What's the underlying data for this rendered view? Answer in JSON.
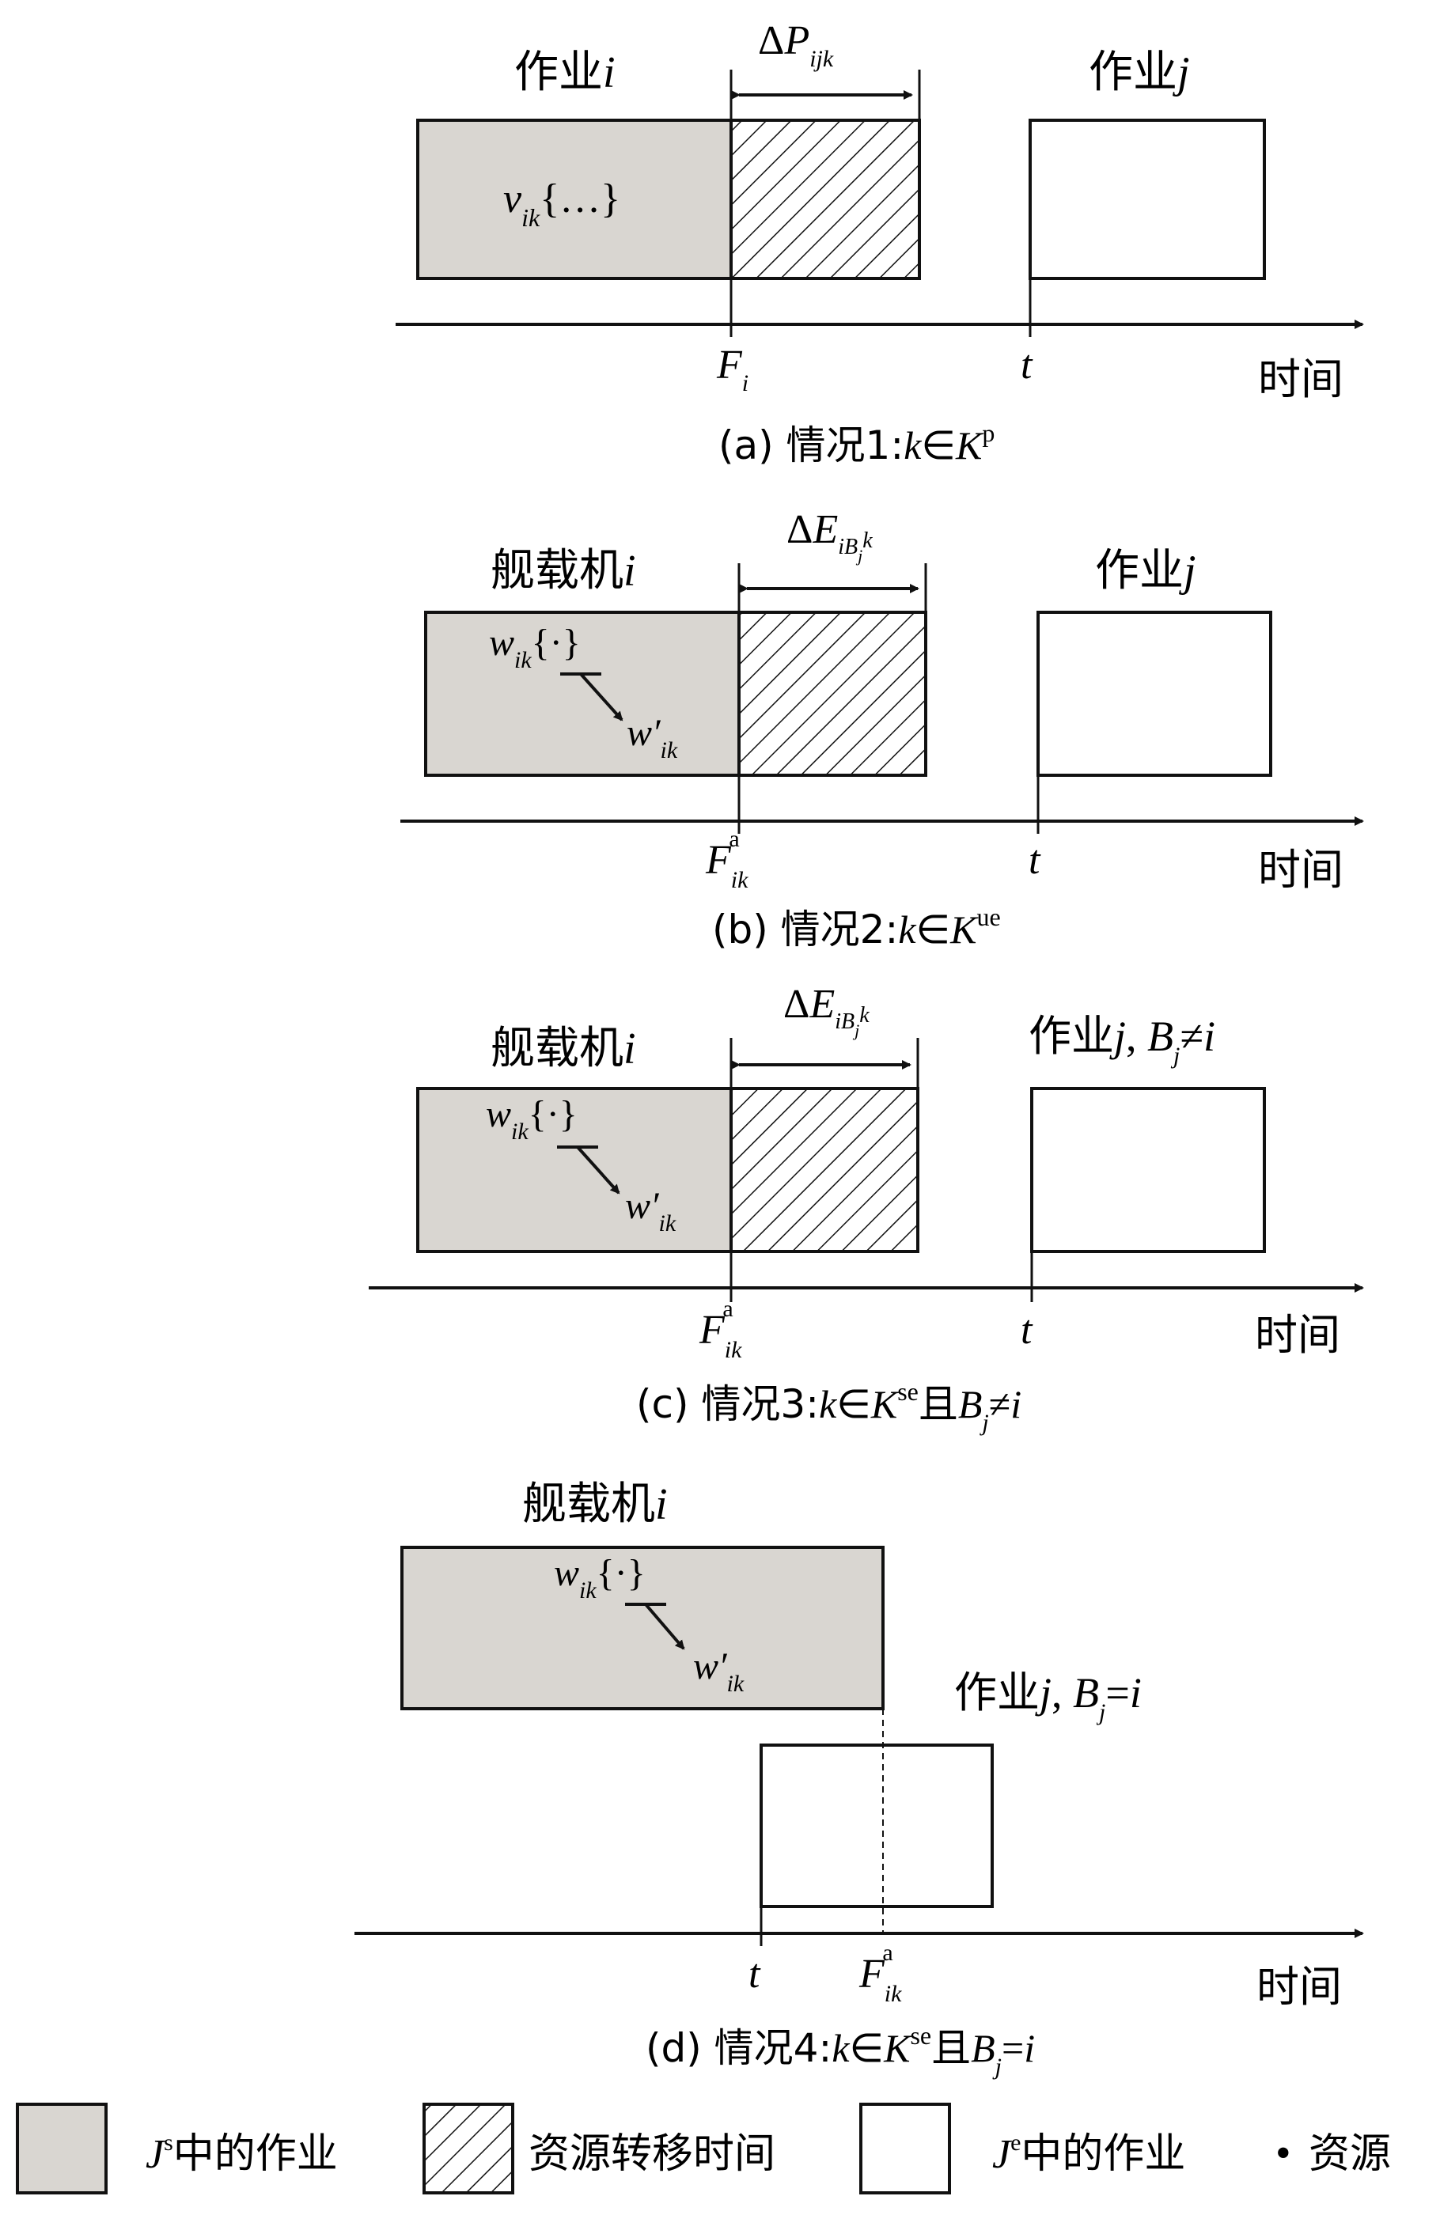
{
  "colors": {
    "gray_fill": "#d9d6d1",
    "stroke": "#111111",
    "background": "#ffffff"
  },
  "axis_label": "时间",
  "panels": {
    "a": {
      "left_label_cjk": "作业",
      "left_label_var": "i",
      "left_inner_var": "v",
      "left_inner_sub": "ik",
      "left_inner_brace": "{…}",
      "delta_symbol": "Δ",
      "delta_var": "P",
      "delta_sub": "ijk",
      "right_label_cjk": "作业",
      "right_label_var": "j",
      "right_label_extra": "",
      "tick1_var": "F",
      "tick1_sub": "i",
      "tick1_sup": "",
      "tick2_var": "t",
      "caption_prefix": "(a) 情况1:",
      "caption_k": "k",
      "caption_in": "∈",
      "caption_K": "K",
      "caption_sup": "p",
      "caption_tail": ""
    },
    "b": {
      "left_label_cjk": "舰载机",
      "left_label_var": "i",
      "w_var": "w",
      "w_sub": "ik",
      "w_brace": "{·}",
      "wp_var": "w′",
      "wp_sub": "ik",
      "delta_symbol": "Δ",
      "delta_var": "E",
      "delta_sub": "iB",
      "delta_subsub": "j",
      "delta_subk": "k",
      "right_label_cjk": "作业",
      "right_label_var": "j",
      "tick1_var": "F",
      "tick1_sub": "ik",
      "tick1_sup": "a",
      "tick2_var": "t",
      "caption_prefix": "(b) 情况2:",
      "caption_k": "k",
      "caption_in": "∈",
      "caption_K": "K",
      "caption_sup": "ue"
    },
    "c": {
      "left_label_cjk": "舰载机",
      "left_label_var": "i",
      "w_var": "w",
      "w_sub": "ik",
      "w_brace": "{·}",
      "wp_var": "w′",
      "wp_sub": "ik",
      "delta_symbol": "Δ",
      "delta_var": "E",
      "delta_sub": "iB",
      "delta_subsub": "j",
      "delta_subk": "k",
      "right_label_cjk": "作业",
      "right_label_var": "j",
      "right_label_comma": ", ",
      "right_label_B": "B",
      "right_label_Bsub": "j",
      "right_label_rel": "≠",
      "right_label_i": "i",
      "tick1_var": "F",
      "tick1_sub": "ik",
      "tick1_sup": "a",
      "tick2_var": "t",
      "caption_prefix": "(c) 情况3:",
      "caption_k": "k",
      "caption_in": "∈",
      "caption_K": "K",
      "caption_sup": "se",
      "caption_and": "且",
      "caption_B": "B",
      "caption_Bsub": "j",
      "caption_rel": "≠",
      "caption_i": "i"
    },
    "d": {
      "left_label_cjk": "舰载机",
      "left_label_var": "i",
      "w_var": "w",
      "w_sub": "ik",
      "w_brace": "{·}",
      "wp_var": "w′",
      "wp_sub": "ik",
      "right_label_cjk": "作业",
      "right_label_var": "j",
      "right_label_comma": ", ",
      "right_label_B": "B",
      "right_label_Bsub": "j",
      "right_label_rel": "=",
      "right_label_i": "i",
      "tick1_var": "t",
      "tick2_var": "F",
      "tick2_sub": "ik",
      "tick2_sup": "a",
      "caption_prefix": "(d) 情况4:",
      "caption_k": "k",
      "caption_in": "∈",
      "caption_K": "K",
      "caption_sup": "se",
      "caption_and": "且",
      "caption_B": "B",
      "caption_Bsub": "j",
      "caption_rel": "=",
      "caption_i": "i"
    }
  },
  "legend": {
    "item1_var": "J",
    "item1_sup": "s",
    "item1_text": "中的作业",
    "item2_text": "资源转移时间",
    "item3_var": "J",
    "item3_sup": "e",
    "item3_text": "中的作业",
    "item4_bullet": "•",
    "item4_text": "资源"
  }
}
